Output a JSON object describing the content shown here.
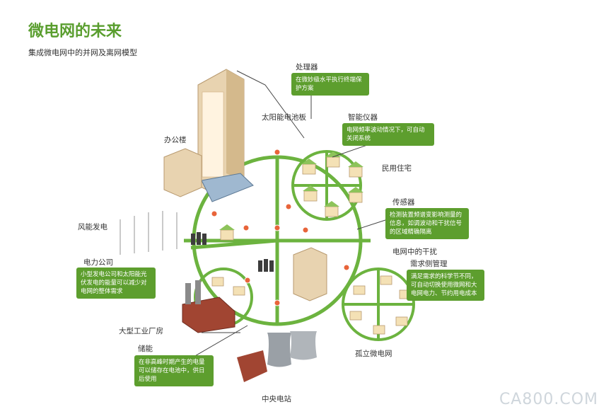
{
  "title": "微电网的未来",
  "subtitle": "集成微电网中的并网及离网模型",
  "labels": {
    "processor": "处理器",
    "solar_panel": "太阳能电池板",
    "smart_meter": "智能仪器",
    "residential": "民用住宅",
    "office": "办公楼",
    "sensor": "传感器",
    "wind": "风能发电",
    "interference": "电网中的干扰",
    "utility": "电力公司",
    "demand": "需求侧管理",
    "factory": "大型工业厂房",
    "storage": "储能",
    "island": "孤立微电网",
    "central": "中央电站"
  },
  "boxes": {
    "processor": "在微妙级水平执行终端保护方案",
    "smart_meter": "电网频率波动情况下，可自动关闭系统",
    "sensor": "检测装置频谱变影响测量的信息，如调波动和干扰信号的区域精确隔离",
    "utility": "小型发电公司和太阳能光伏发电的能量可以减少对电网的整体需求",
    "demand": "满足需求的科学节不同，可自动切换使用微网和大电网电力、节约用电成本",
    "storage": "在非高峰时期产生的电量可以储存在电池中，供日后使用"
  },
  "watermark": "CA800.COM",
  "colors": {
    "green": "#5d9e2e",
    "line": "#6cb33f",
    "building": "#e8d3b0",
    "roof": "#8dc35a"
  }
}
